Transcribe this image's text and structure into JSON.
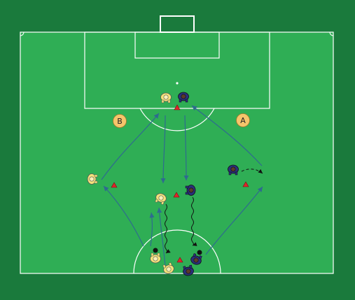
{
  "colors": {
    "outer_green": "#1a7a3c",
    "pitch_green": "#2fae55",
    "lines": "#ffffff",
    "team_yellow": "#f3e27a",
    "team_navy": "#2a2f7a",
    "cone_red": "#e0242b",
    "zone_badge": "#f5c56b",
    "arrow_blue": "#2e6b8f",
    "dribble_black": "#111111"
  },
  "zones": [
    {
      "id": "B",
      "label": "B"
    },
    {
      "id": "A",
      "label": "A"
    }
  ],
  "players": {
    "yellow_count": 5,
    "navy_count": 5,
    "balls": 2
  },
  "cones": 5
}
